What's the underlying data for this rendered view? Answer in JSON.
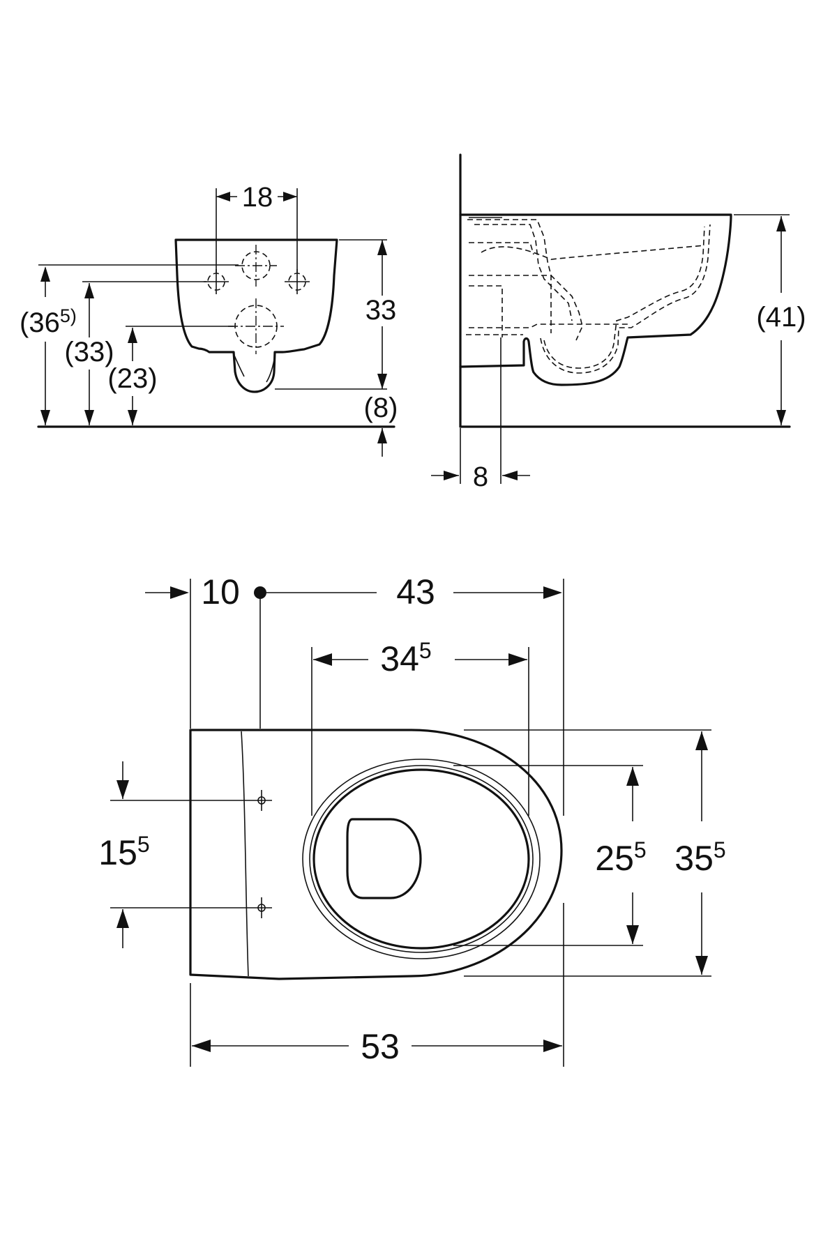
{
  "front_view": {
    "dim_hole_spacing": "18",
    "dim_height": "33",
    "dim_total_height": "(36",
    "dim_total_height_sup": "5)",
    "dim_upper_fixing": "(33)",
    "dim_lower_fixing": "(23)",
    "dim_bottom_offset": "(8)"
  },
  "side_view": {
    "dim_rim_height": "(41)",
    "dim_wall_offset": "8"
  },
  "top_view": {
    "dim_wall_to_axis": "10",
    "dim_axis_to_front": "43",
    "dim_opening_length": "34",
    "dim_opening_length_sup": "5",
    "dim_fixing_spacing": "15",
    "dim_fixing_spacing_sup": "5",
    "dim_opening_width": "25",
    "dim_opening_width_sup": "5",
    "dim_total_width": "35",
    "dim_total_width_sup": "5",
    "dim_total_length": "53"
  }
}
